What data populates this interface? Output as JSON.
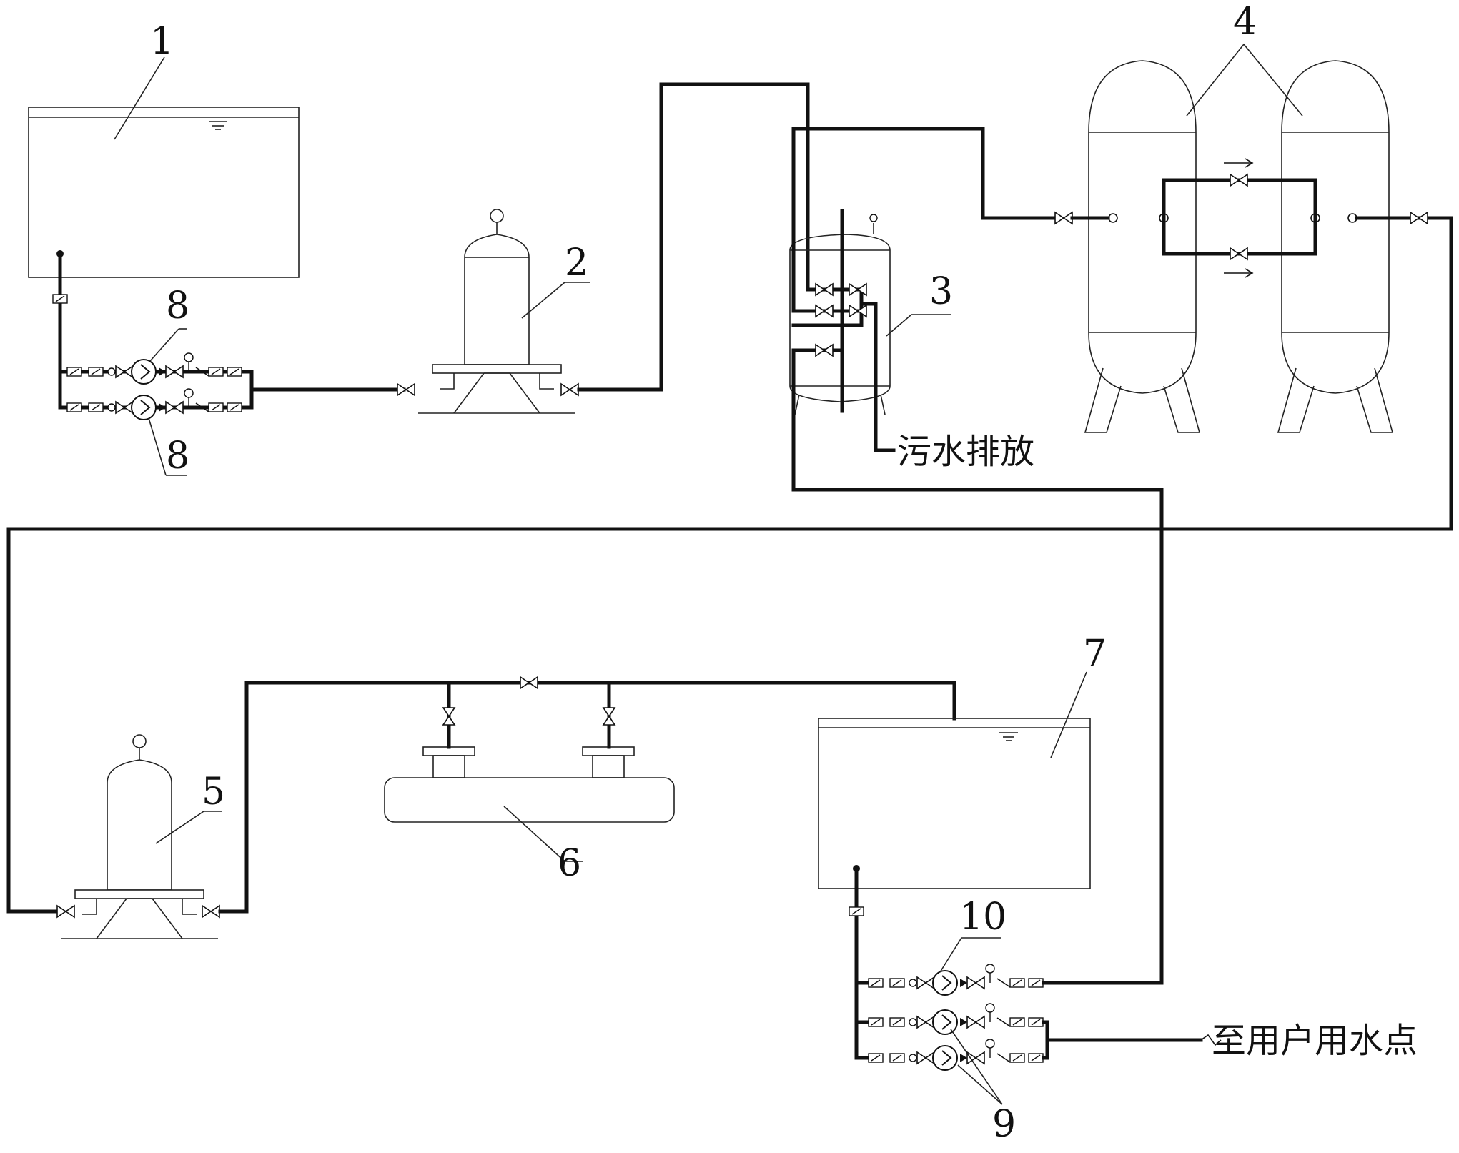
{
  "labels": {
    "n1": "1",
    "n2": "2",
    "n3": "3",
    "n4": "4",
    "n5": "5",
    "n6": "6",
    "n7": "7",
    "n8_top": "8",
    "n8_bottom": "8",
    "n9": "9",
    "n10": "10",
    "sewage": "污水排放",
    "to_user": "至用户用水点"
  }
}
